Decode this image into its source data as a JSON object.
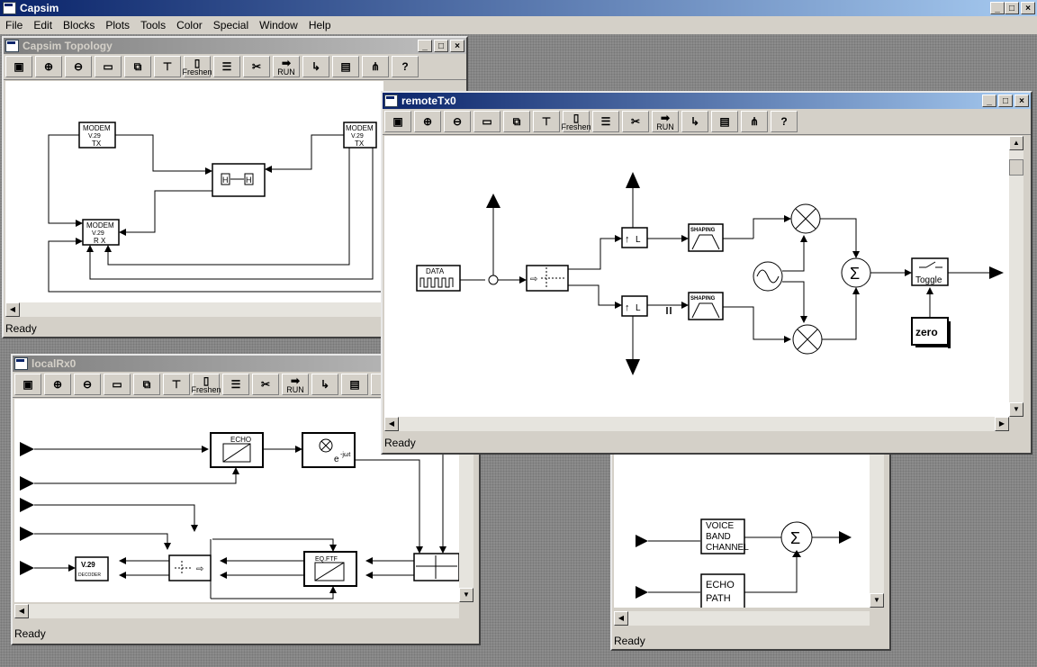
{
  "app": {
    "title": "Capsim",
    "min": "_",
    "max": "□",
    "close": "×"
  },
  "menu": [
    "File",
    "Edit",
    "Blocks",
    "Plots",
    "Tools",
    "Color",
    "Special",
    "Window",
    "Help"
  ],
  "toolbar": {
    "freshen": "Freshen",
    "run": "RUN",
    "help": "?"
  },
  "windows": {
    "topology": {
      "title": "Capsim Topology",
      "status": "Ready",
      "blocks": {
        "modem_tx": "MODEM",
        "v29": "V.29",
        "tx": "TX",
        "rx": "R X",
        "hybrid": "H"
      }
    },
    "remote": {
      "title": "remoteTx0",
      "status": "Ready",
      "blocks": {
        "data": "DATA",
        "shaping": "SHAPING",
        "L": "L",
        "sum": "Σ",
        "toggle": "Toggle",
        "zero": "zero"
      }
    },
    "local": {
      "title": "localRx0",
      "status": "Ready",
      "blocks": {
        "echo": "ECHO",
        "ejwt": "e",
        "ejwt_sup": "-jωt",
        "v29": "V.29",
        "decoder": "DECODER",
        "eqfir": "EQ.FTF"
      }
    },
    "echo_win": {
      "status": "Ready",
      "blocks": {
        "vbc1": "VOICE",
        "vbc2": "BAND",
        "vbc3": "CHANNEL",
        "echo1": "ECHO",
        "echo2": "PATH",
        "sum": "Σ"
      }
    }
  }
}
